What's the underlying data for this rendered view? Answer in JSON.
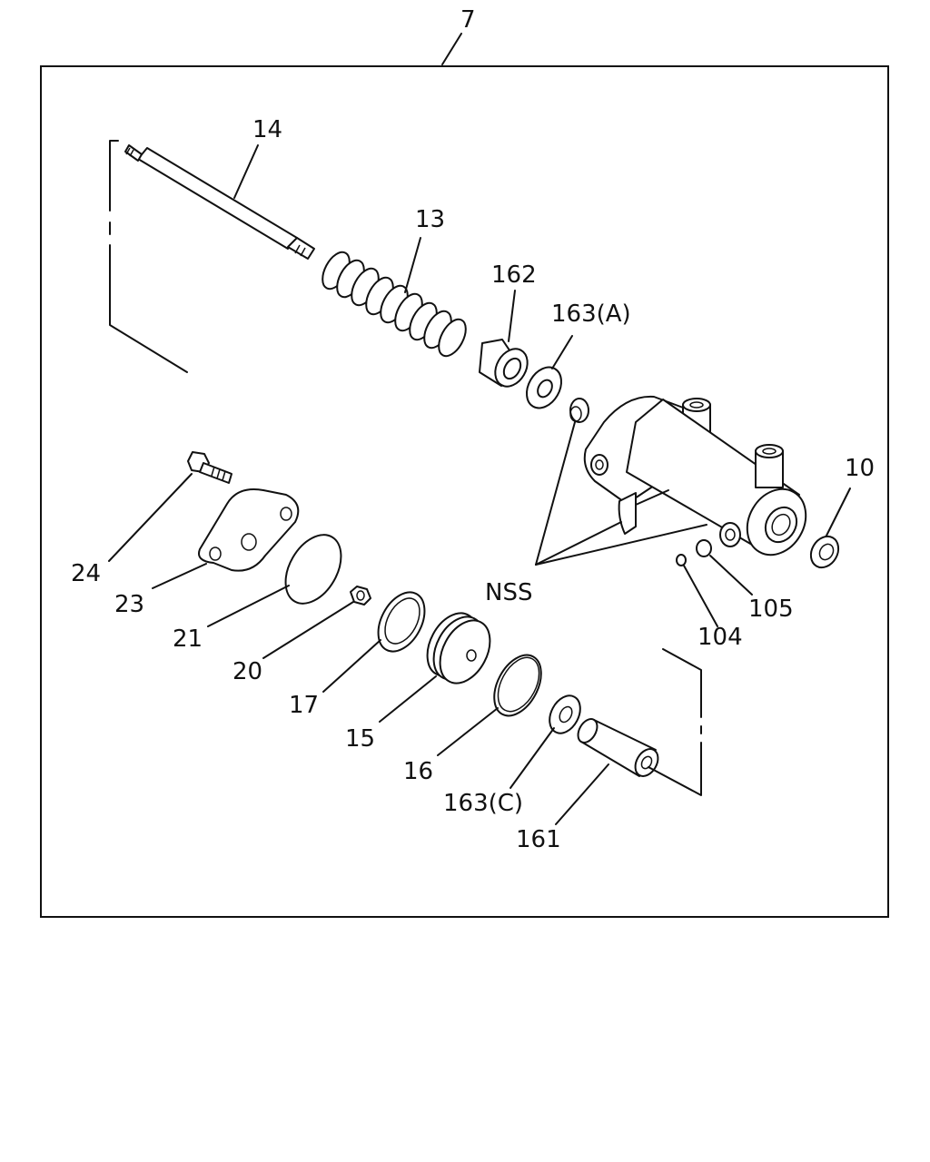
{
  "diagram": {
    "assembly_callout": "7",
    "callouts": {
      "p14": "14",
      "p13": "13",
      "p162": "162",
      "p163a": "163(A)",
      "p10": "10",
      "p24": "24",
      "p23": "23",
      "p21": "21",
      "p20": "20",
      "p17": "17",
      "p15": "15",
      "p16": "16",
      "p163c": "163(C)",
      "p161": "161",
      "nss": "NSS",
      "p105": "105",
      "p104": "104"
    }
  }
}
